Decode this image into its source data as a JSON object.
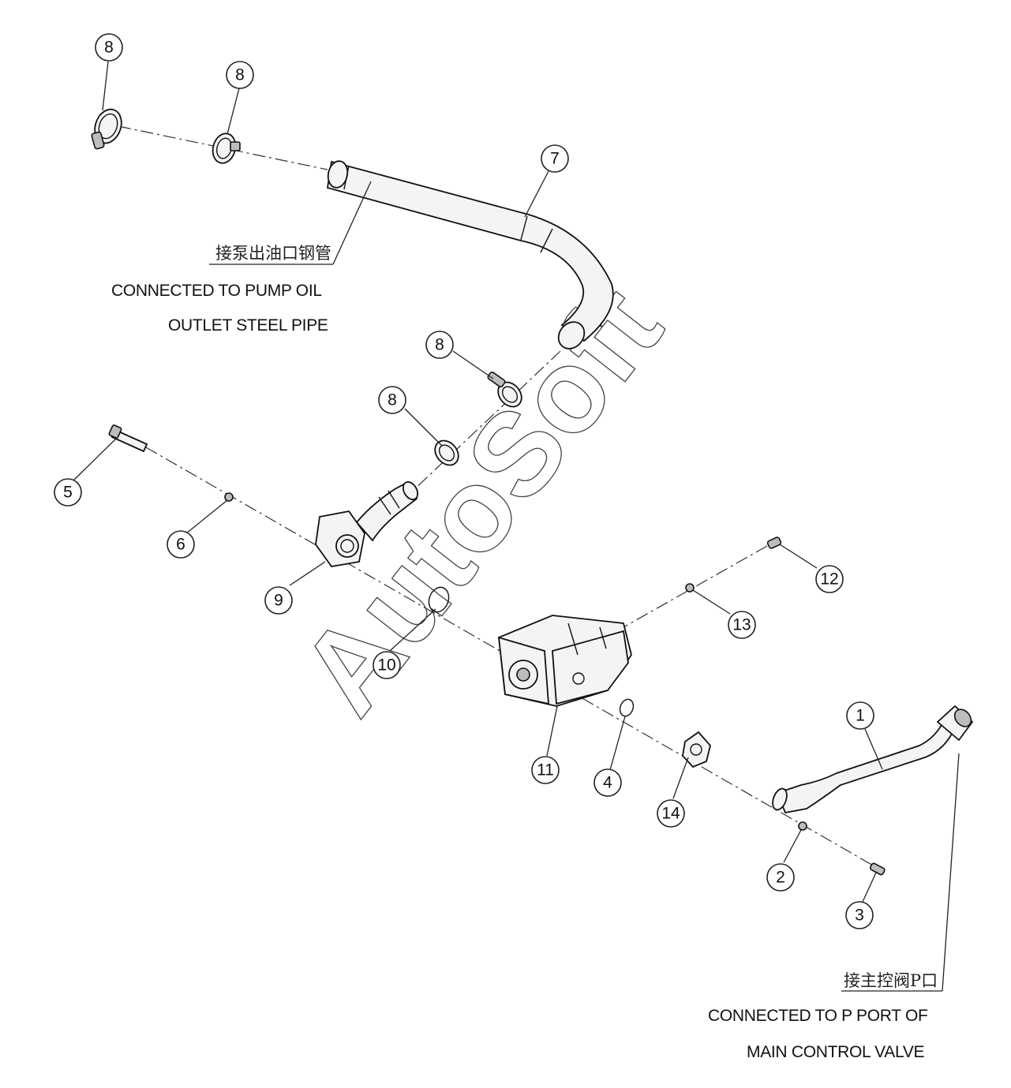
{
  "callouts": [
    "8",
    "8",
    "7",
    "8",
    "8",
    "5",
    "6",
    "9",
    "10",
    "12",
    "13",
    "11",
    "4",
    "14",
    "1",
    "2",
    "3"
  ],
  "labels": {
    "top_zh": "接泵出油口钢管",
    "top_en_line1": "CONNECTED TO PUMP OIL",
    "top_en_line2": "OUTLET STEEL PIPE",
    "bottom_zh": "接主控阀P口",
    "bottom_en_line1": "CONNECTED TO P PORT OF",
    "bottom_en_line2": "MAIN CONTROL VALVE"
  },
  "watermark": "AutoSoft"
}
